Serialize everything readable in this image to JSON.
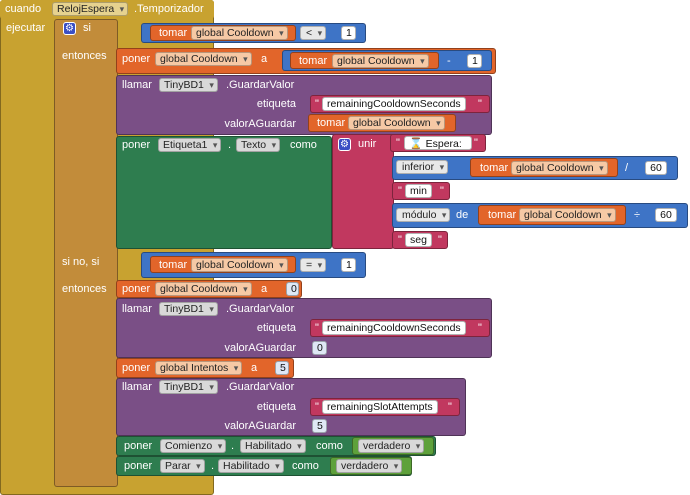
{
  "colors": {
    "event": "#c8a230",
    "event_dark": "#a7861d",
    "control": "#c28c3a",
    "variable": "#e2652a",
    "procedure": "#7a4f86",
    "component": "#2e7d4f",
    "text": "#c1385f",
    "math": "#3e74c6",
    "logic": "#5ea13b"
  },
  "event": {
    "when": "cuando",
    "component": "RelojEspera",
    "event_name": ".Temporizador",
    "do": "ejecutar"
  },
  "if_block": {
    "if": "si",
    "then": "entonces",
    "else_if": "si no, si",
    "then2": "entonces"
  },
  "common": {
    "get": "tomar",
    "set": "poner",
    "to": "a",
    "call": "llamar",
    "tag": "etiqueta",
    "value_to_store": "valorAGuardar",
    "store_method": ".GuardarValor",
    "tinydb": "TinyBD1",
    "as": "como",
    "dot": "."
  },
  "cond1": {
    "var": "global Cooldown",
    "op": "<",
    "num": "1"
  },
  "set1": {
    "var": "global Cooldown",
    "get_var": "global Cooldown",
    "op": "-",
    "num": "1"
  },
  "call1": {
    "tag": "remainingCooldownSeconds",
    "get_var": "global Cooldown"
  },
  "set_label": {
    "component": "Etiqueta1",
    "property": "Texto",
    "join": "unir",
    "str1": " Espera: ",
    "hourglass": "⌛",
    "quotient": "inferior",
    "q_var": "global Cooldown",
    "q_op": "/",
    "q_num": "60",
    "str2": " min",
    "modulo": "módulo",
    "of": "de",
    "m_var": "global Cooldown",
    "m_op": "÷",
    "m_num": "60",
    "str3": " seg"
  },
  "cond2": {
    "var": "global Cooldown",
    "op": "=",
    "num": "1"
  },
  "set2": {
    "var": "global Cooldown",
    "num": "0"
  },
  "call2": {
    "tag": "remainingCooldownSeconds",
    "num": "0"
  },
  "set3": {
    "var": "global Intentos",
    "num": "5"
  },
  "call3": {
    "tag": "remainingSlotAttempts",
    "num": "5"
  },
  "set4": {
    "component": "Comienzo",
    "property": "Habilitado",
    "value": "verdadero"
  },
  "set5": {
    "component": "Parar",
    "property": "Habilitado",
    "value": "verdadero"
  }
}
